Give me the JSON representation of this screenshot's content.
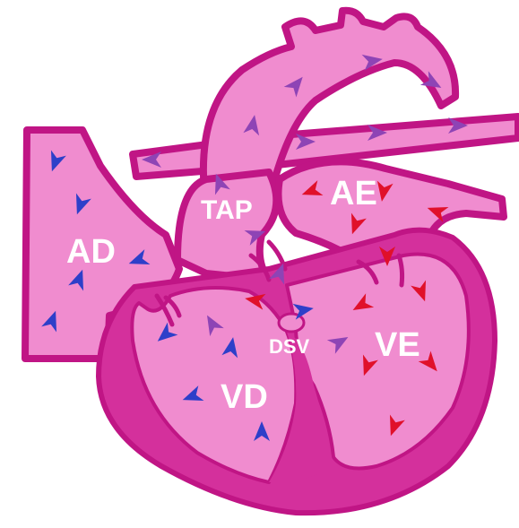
{
  "diagram": {
    "labels": {
      "right_atrium": "AD",
      "pulmonary_trunk": "TAP",
      "left_atrium": "AE",
      "right_ventricle": "VD",
      "left_ventricle": "VE",
      "ventricular_septal_defect": "DSV"
    },
    "colors": {
      "tissue_light": "#f08ccf",
      "tissue_dark": "#d4309c",
      "outline": "#c01585",
      "deoxygenated_arrow": "#2e3fc9",
      "oxygenated_arrow": "#e0102a",
      "mixed_arrow": "#8e44b5",
      "label_text": "#ffffff"
    }
  }
}
